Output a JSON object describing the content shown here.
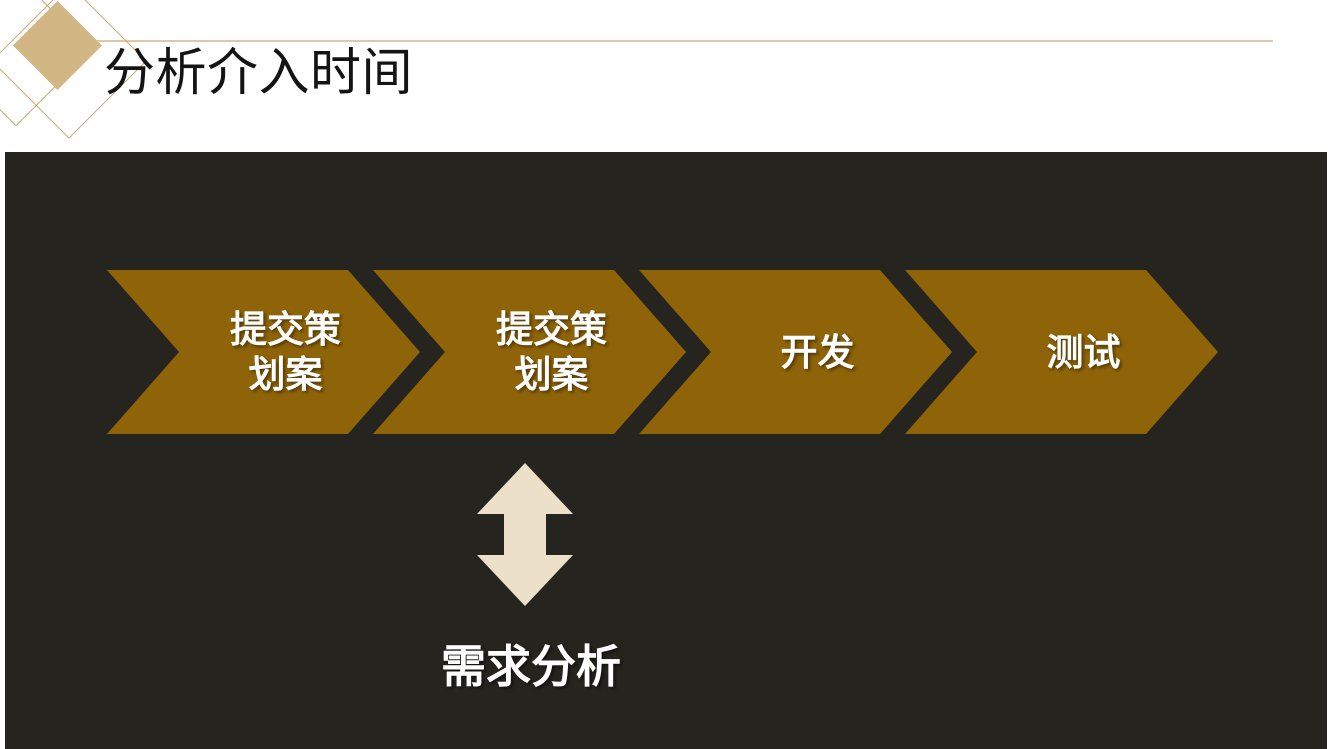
{
  "slide": {
    "title": "分析介入时间",
    "accent_color": "#d2b684",
    "rule_color": "#e3c6a5",
    "panel_background": "#25241f",
    "chevron_color": "#8f6409",
    "arrow_color": "#ede0c8",
    "text_color": "#ffffff"
  },
  "process": {
    "steps": [
      {
        "id": "step-1",
        "label": "提交策\n划案"
      },
      {
        "id": "step-2",
        "label": "提交策\n划案"
      },
      {
        "id": "step-3",
        "label": "开发"
      },
      {
        "id": "step-4",
        "label": "测试"
      }
    ]
  },
  "annotation": {
    "arrow_icon": "double-arrow-vertical-icon",
    "caption": "需求分析"
  }
}
